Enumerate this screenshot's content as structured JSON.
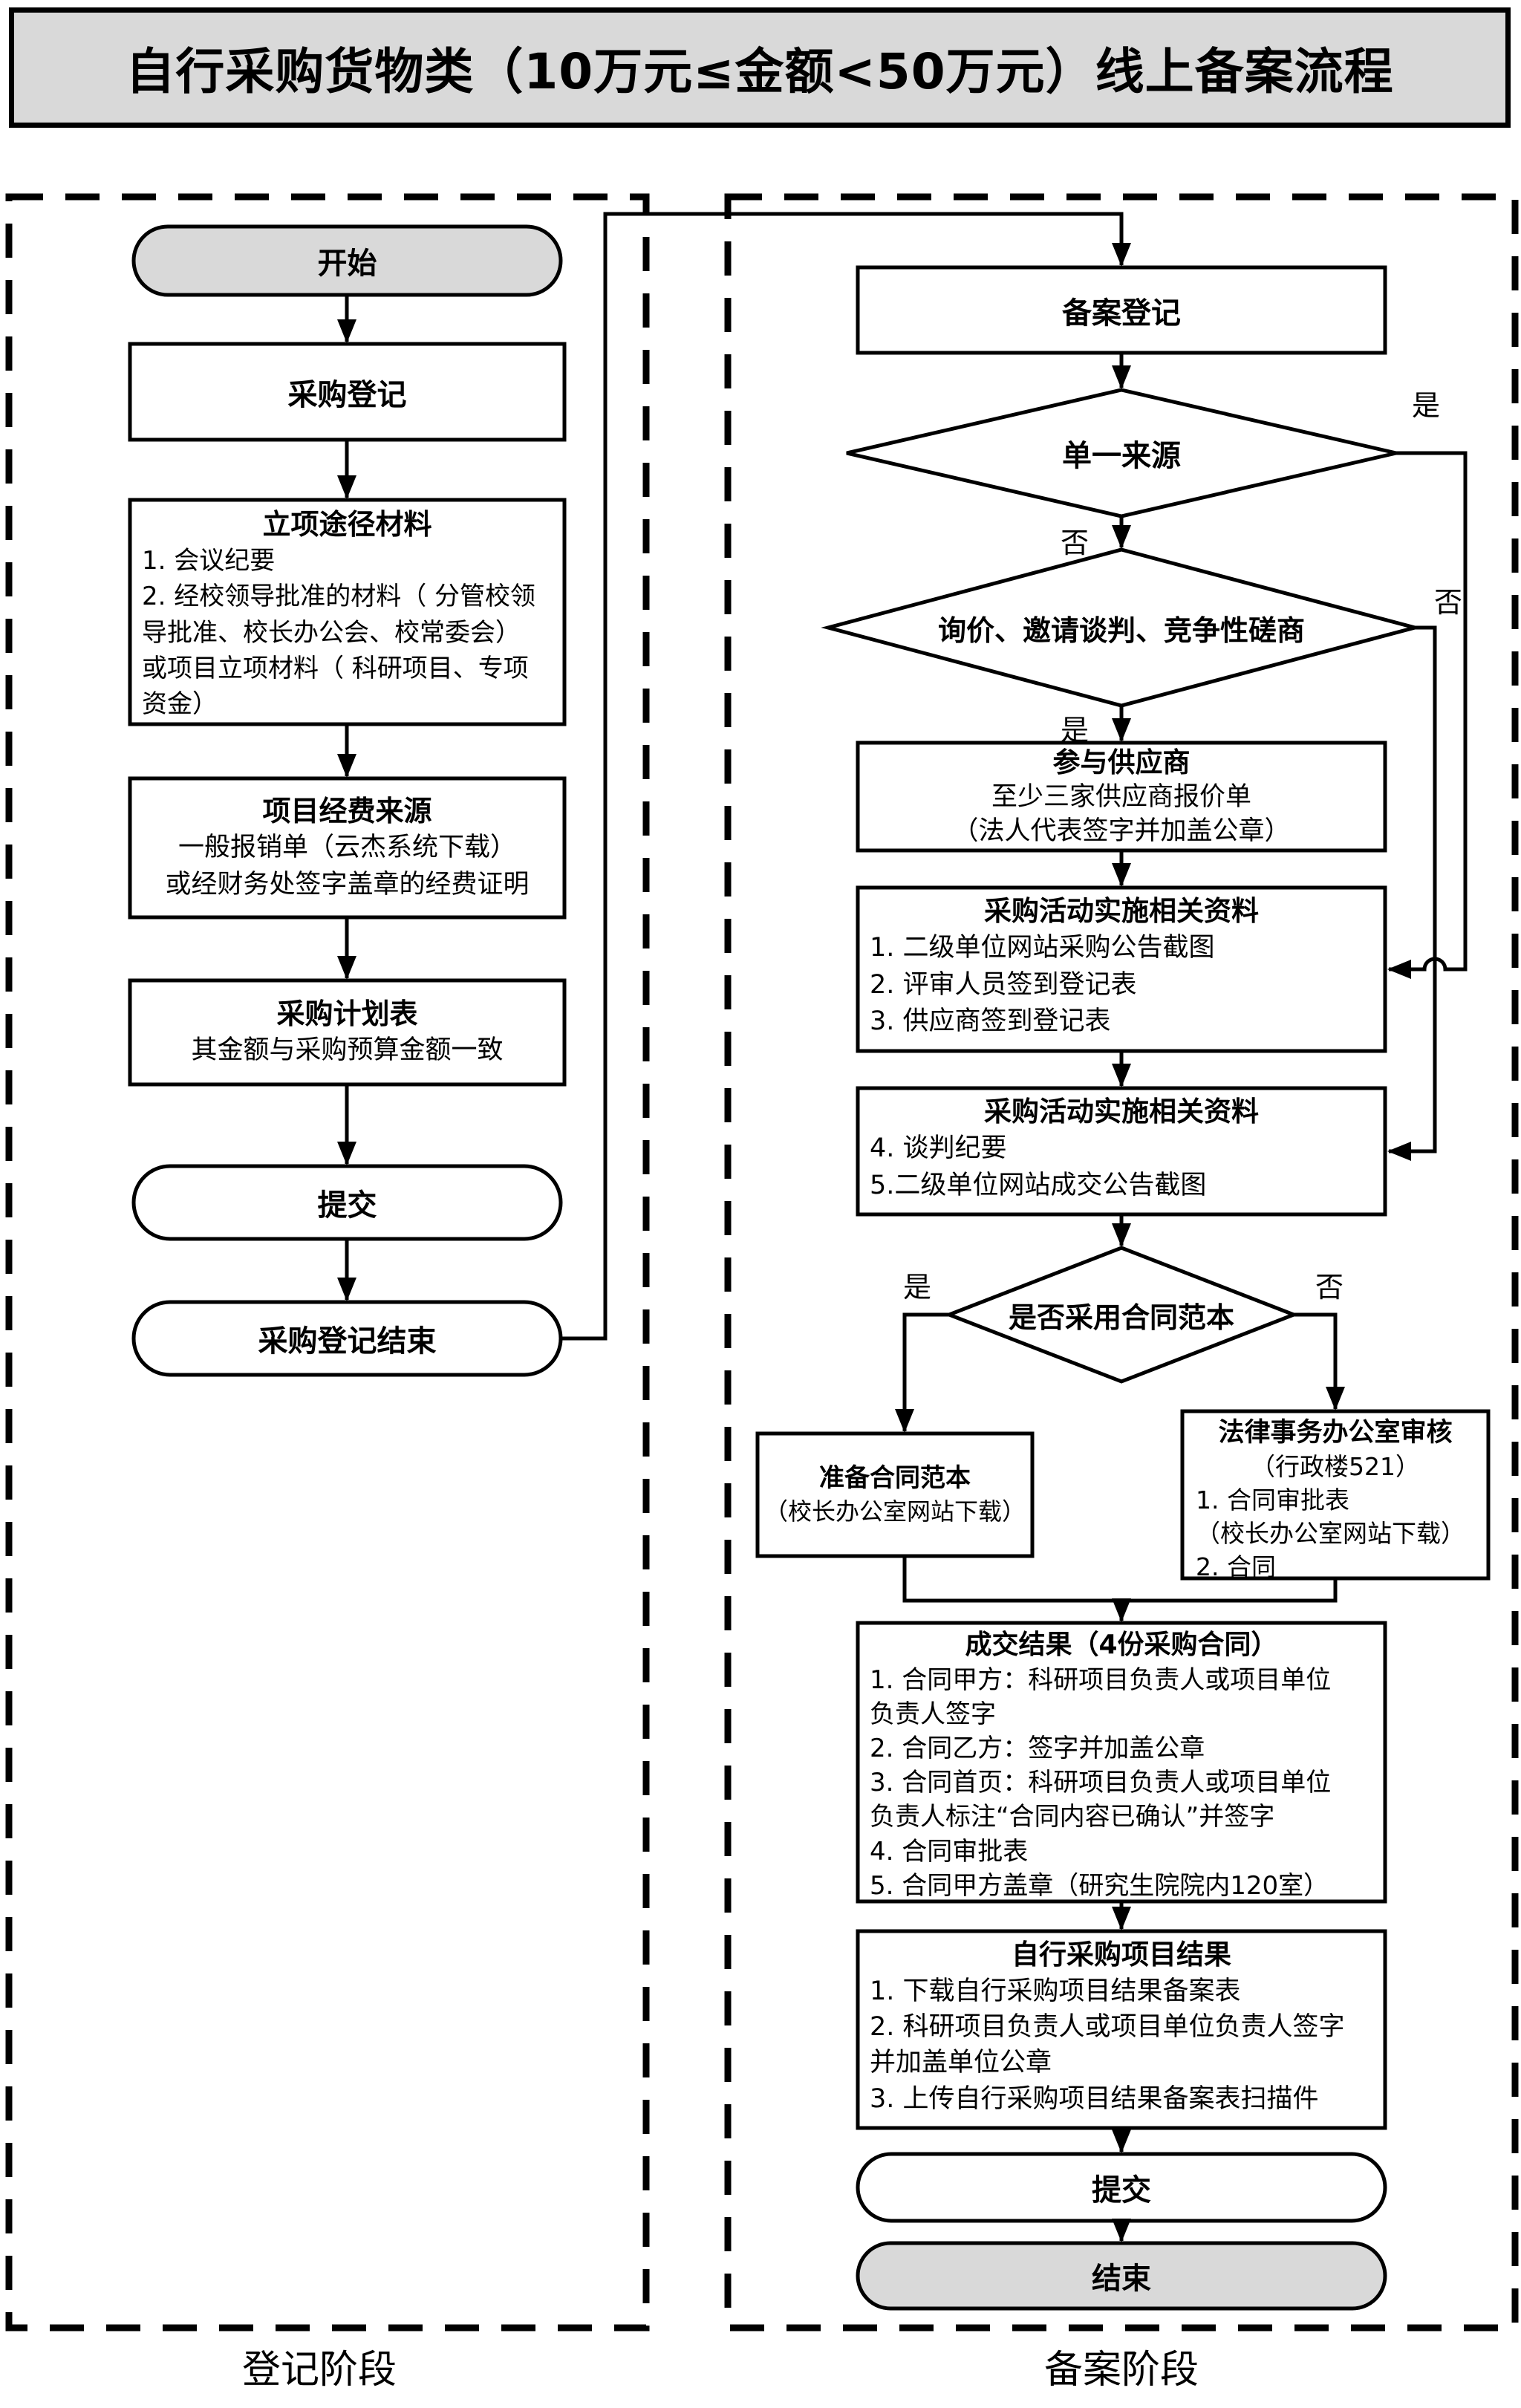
{
  "title": "自行采购货物类（10万元≤金额<50万元）线上备案流程",
  "lanes": {
    "left": "登记阶段",
    "right": "备案阶段"
  },
  "labels": {
    "yes": "是",
    "no": "否"
  },
  "colors": {
    "node_gray": "#d9d9d9",
    "node_white": "#ffffff",
    "stroke": "#000000"
  },
  "nodes": {
    "start": {
      "label": "开始"
    },
    "purchase_reg": {
      "label": "采购登记"
    },
    "lixiang": {
      "title": "立项途径材料",
      "body": "1. 会议纪要\n2. 经校领导批准的材料（ 分管校领\n导批准、校长办公会、校常委会）\n或项目立项材料（ 科研项目、专项\n资金）"
    },
    "jingfei": {
      "title": "项目经费来源",
      "body": "一般报销单（云杰系统下载）\n或经财务处签字盖章的经费证明"
    },
    "jihua": {
      "title": "采购计划表",
      "body": "其金额与采购预算金额一致"
    },
    "submit1": {
      "label": "提交"
    },
    "reg_end": {
      "label": "采购登记结束"
    },
    "beian_reg": {
      "label": "备案登记"
    },
    "d_single_source": {
      "label": "单一来源"
    },
    "d_inquiry": {
      "label": "询价、邀请谈判、竞争性磋商"
    },
    "canyu": {
      "title": "参与供应商",
      "body": "至少三家供应商报价单\n（法人代表签字并加盖公章）"
    },
    "ziliao1": {
      "title": "采购活动实施相关资料",
      "body": "1. 二级单位网站采购公告截图\n2. 评审人员签到登记表\n3. 供应商签到登记表"
    },
    "ziliao2": {
      "title": "采购活动实施相关资料",
      "body": "4. 谈判纪要\n5.二级单位网站成交公告截图"
    },
    "d_template": {
      "label": "是否采用合同范本"
    },
    "zhunbei": {
      "title": "准备合同范本",
      "body": "（校长办公室网站下载）"
    },
    "falv": {
      "title": "法律事务办公室审核",
      "subtitle": "（行政楼521）",
      "list": "1. 合同审批表\n（校长办公室网站下载）\n2. 合同"
    },
    "chengjiao": {
      "title": "成交结果（4份采购合同）",
      "body": "1. 合同甲方：科研项目负责人或项目单位\n负责人签字\n2. 合同乙方：签字并加盖公章\n3. 合同首页：科研项目负责人或项目单位\n负责人标注“合同内容已确认”并签字\n4. 合同审批表\n5. 合同甲方盖章（研究生院院内120室）"
    },
    "jieguo": {
      "title": "自行采购项目结果",
      "body": "1. 下载自行采购项目结果备案表\n2. 科研项目负责人或项目单位负责人签字\n并加盖单位公章\n3. 上传自行采购项目结果备案表扫描件"
    },
    "submit2": {
      "label": "提交"
    },
    "end": {
      "label": "结束"
    }
  }
}
